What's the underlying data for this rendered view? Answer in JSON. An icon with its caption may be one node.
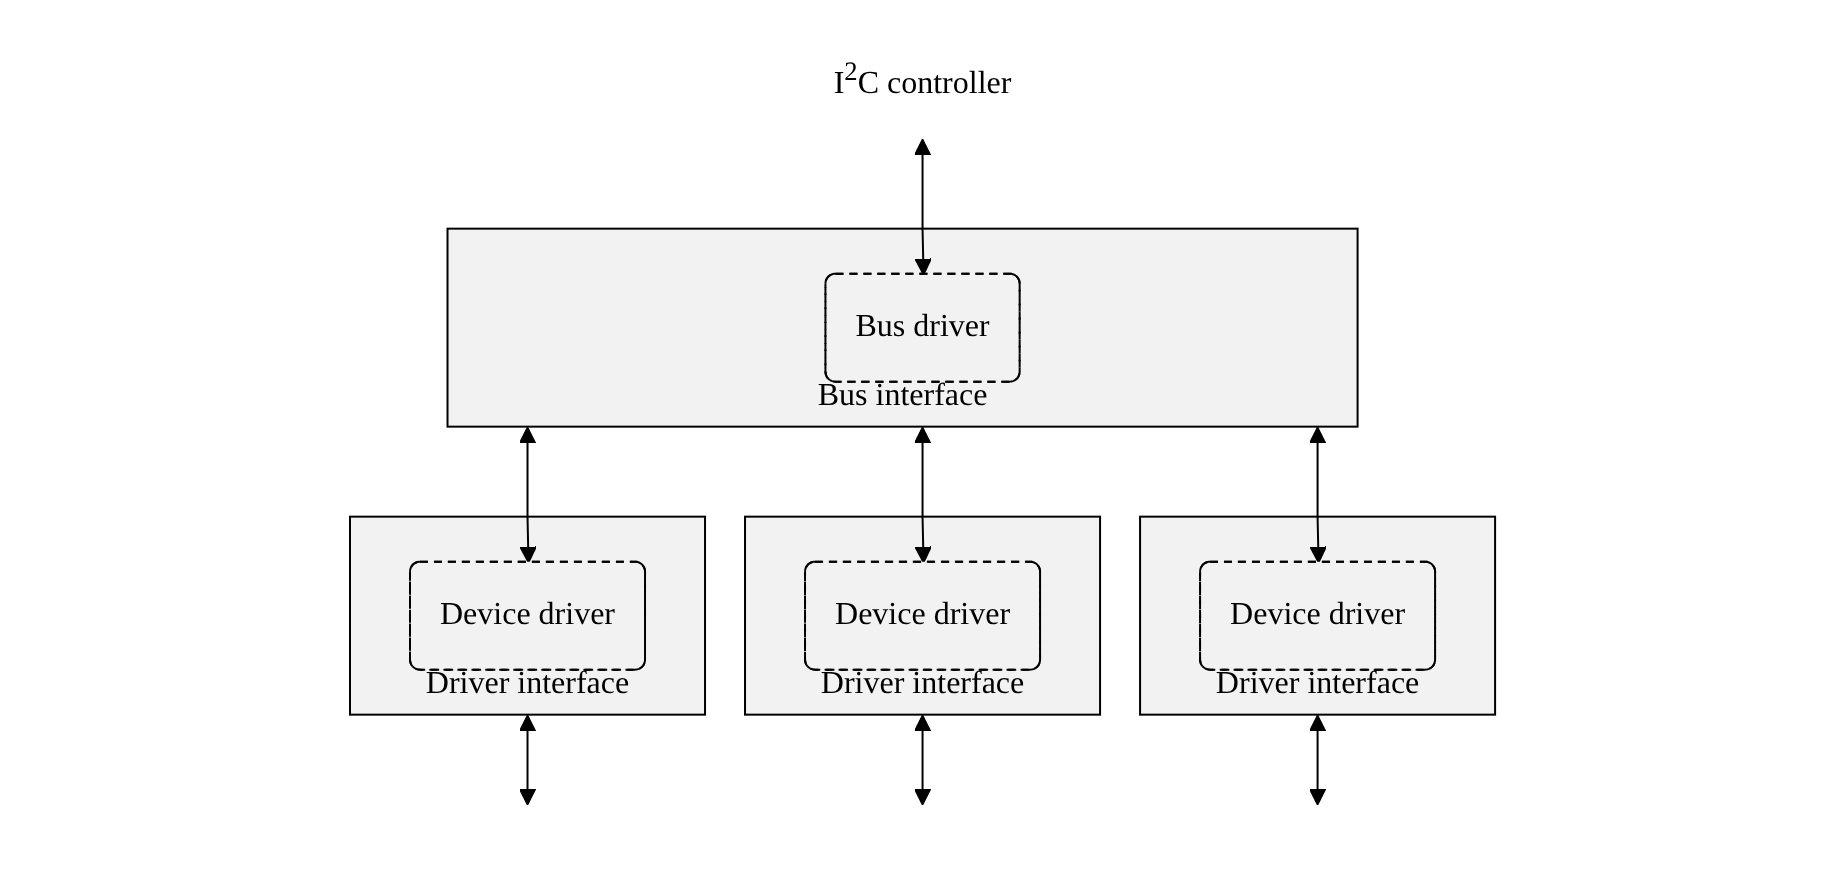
{
  "diagram": {
    "nodes": [
      {
        "text": [
          "I$^{2}$C controller"
        ]
      },
      {
        "text": [
          "Bus interface"
        ]
      },
      {
        "text": [
          "Bus driver"
        ],
        "in": 1
      },
      {
        "text": [
          "Driver interface"
        ]
      },
      {
        "text": [
          "Device driver"
        ],
        "in": 3
      },
      {
        "text": [
          "Driver interface"
        ]
      },
      {
        "text": [
          "Device driver"
        ],
        "in": 5
      },
      {
        "text": [
          "Driver interface"
        ]
      },
      {
        "text": [
          "Device driver"
        ],
        "in": 7
      }
    ],
    "edges": [
      {
        "from": 0,
        "to": 2,
        "arrow": "both"
      },
      {
        "from": 1,
        "to": 4,
        "arrow": "both"
      },
      {
        "from": 1,
        "to": 6,
        "arrow": "both"
      },
      {
        "from": 1,
        "to": 8,
        "arrow": "both"
      },
      {
        "from": 3,
        "to": null,
        "arrow": "both"
      },
      {
        "from": 5,
        "to": null,
        "arrow": "both"
      },
      {
        "from": 7,
        "to": null,
        "arrow": "both"
      }
    ]
  }
}
